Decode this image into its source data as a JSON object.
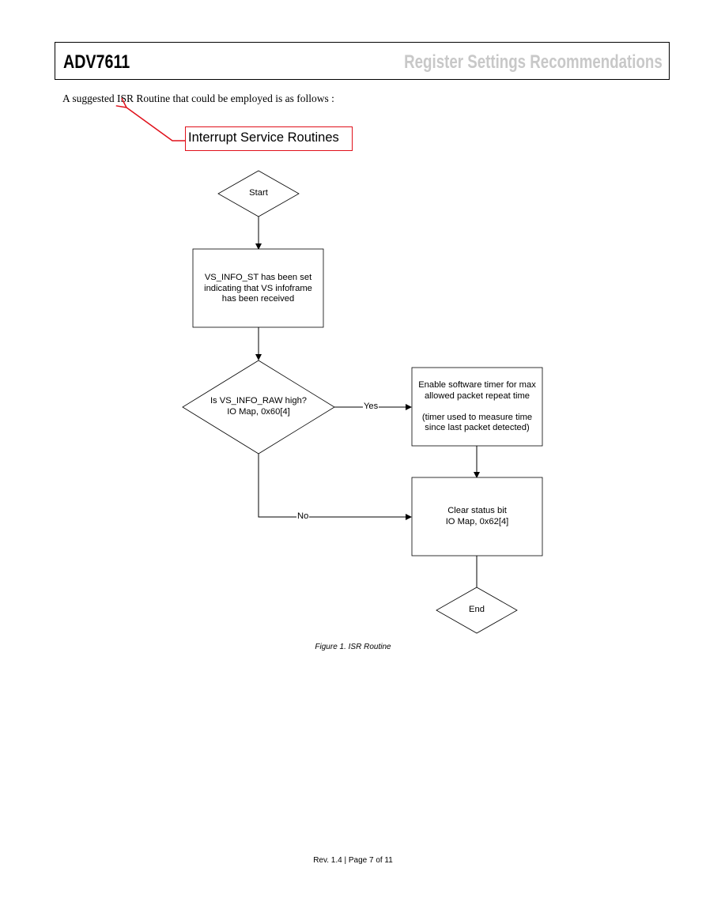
{
  "header": {
    "product": "ADV7611",
    "section": "Register Settings Recommendations"
  },
  "intro_text": "A suggested ISR Routine that could be employed is as follows :",
  "callout": "Interrupt Service Routines",
  "flowchart": {
    "start": "Start",
    "vs_set": [
      "VS_INFO_ST has been set",
      "indicating that VS infoframe",
      "has been received"
    ],
    "decision": [
      "Is VS_INFO_RAW high?",
      "IO Map, 0x60[4]"
    ],
    "yes_label": "Yes",
    "no_label": "No",
    "timer": [
      "Enable software timer for max",
      "allowed packet repeat time",
      "",
      "(timer used to measure time",
      "since last packet detected)"
    ],
    "clear": [
      "Clear status bit",
      "IO Map, 0x62[4]"
    ],
    "end": "End"
  },
  "caption": "Figure 1. ISR Routine",
  "footer": "Rev. 1.4 | Page 7 of 11",
  "colors": {
    "callout": "#e0101a",
    "section_title": "#c8c8c8"
  }
}
